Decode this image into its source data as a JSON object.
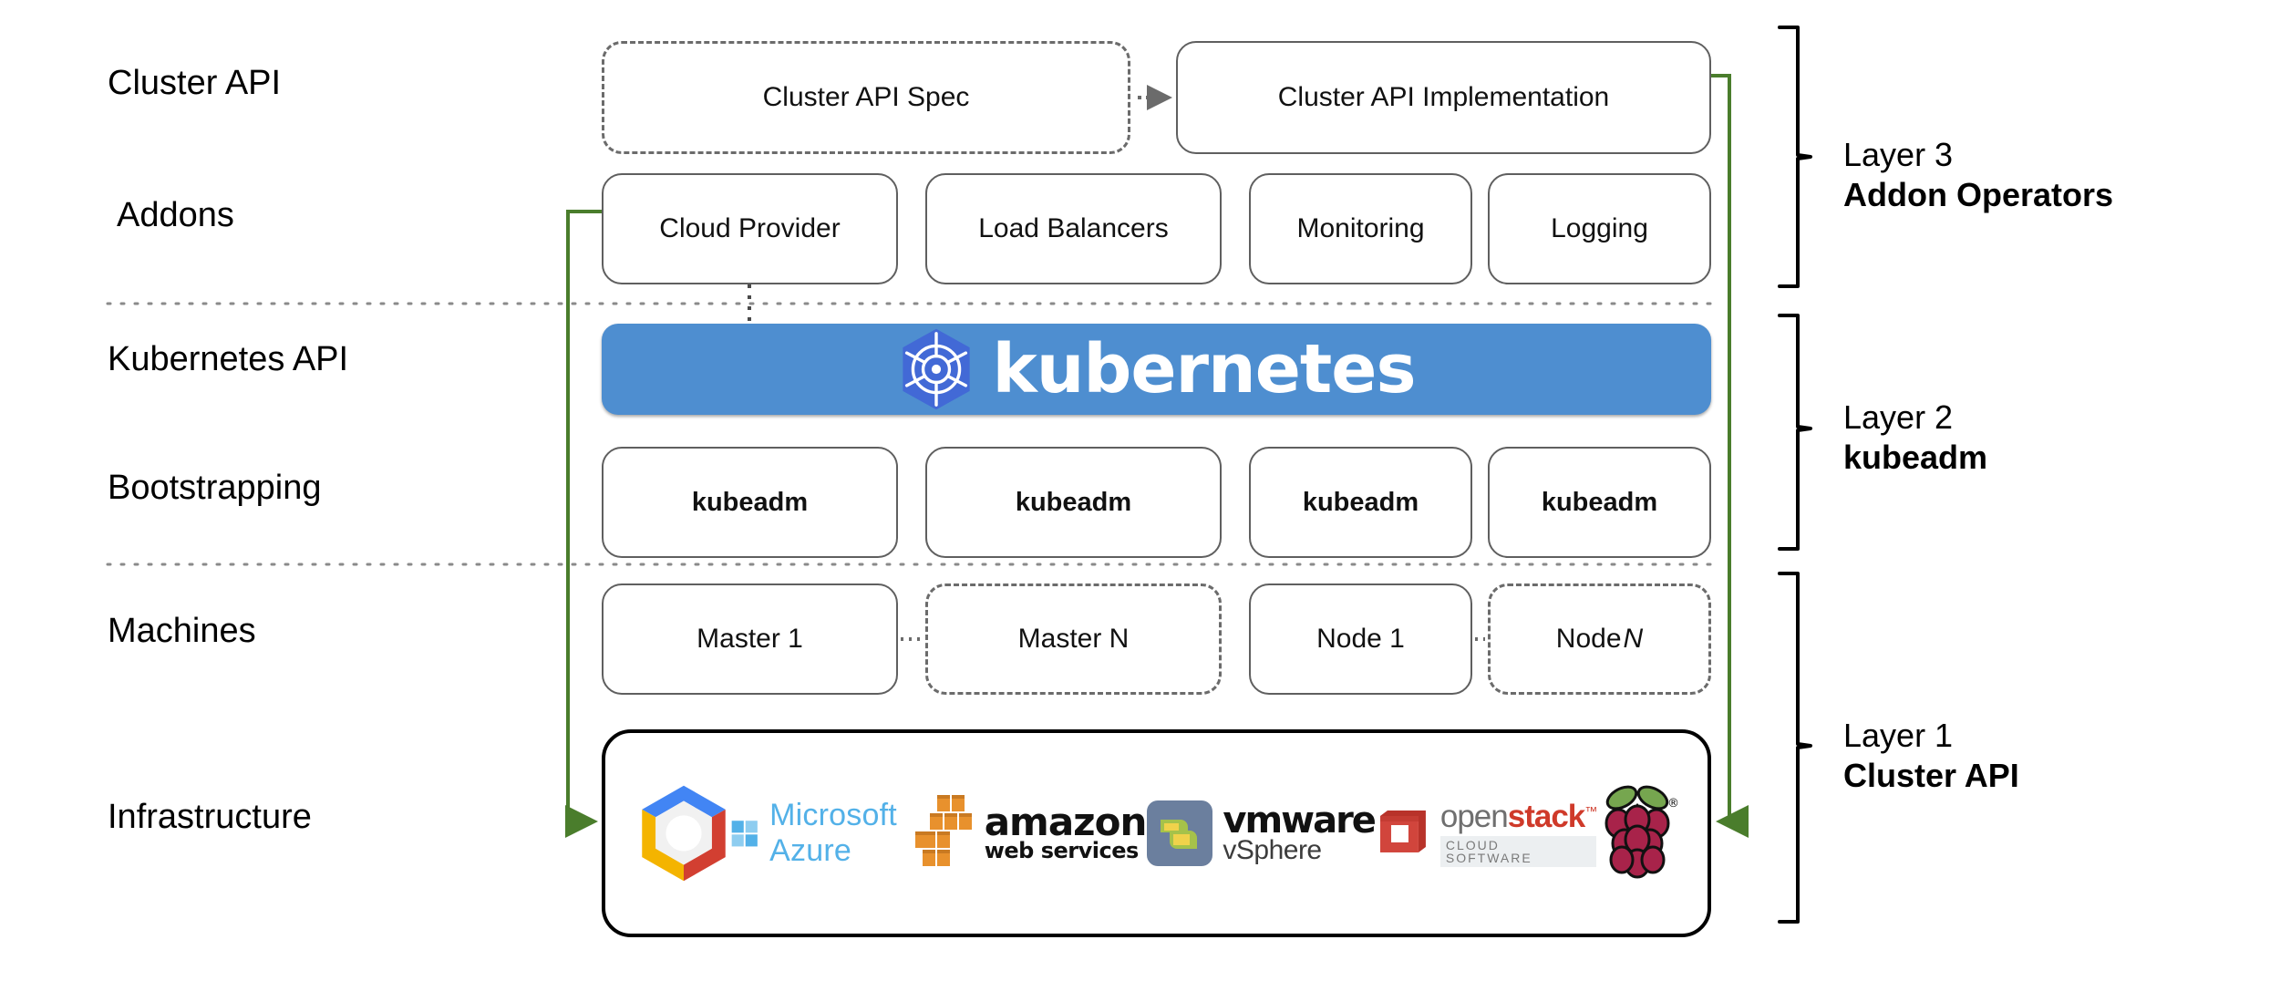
{
  "diagram": {
    "title": "Cluster API layered architecture",
    "accent_green": "#4a7d2c",
    "k8s_blue": "#4e8ed0",
    "k8s_logo_blue": "#4269d6"
  },
  "row_labels": [
    {
      "id": "cluster-api",
      "text": "Cluster API"
    },
    {
      "id": "addons",
      "text": "Addons"
    },
    {
      "id": "kubernetes-api",
      "text": "Kubernetes API"
    },
    {
      "id": "bootstrapping",
      "text": "Bootstrapping"
    },
    {
      "id": "machines",
      "text": "Machines"
    },
    {
      "id": "infrastructure",
      "text": "Infrastructure"
    }
  ],
  "cluster_api_row": {
    "spec": "Cluster API Spec",
    "implementation": "Cluster API Implementation"
  },
  "addons_row": [
    "Cloud Provider",
    "Load Balancers",
    "Monitoring",
    "Logging"
  ],
  "kubernetes_banner": {
    "wordmark": "kubernetes",
    "logo_name": "kubernetes-helm-icon"
  },
  "bootstrapping_row": [
    "kubeadm",
    "kubeadm",
    "kubeadm",
    "kubeadm"
  ],
  "machines_row": [
    {
      "label": "Master 1",
      "dashed": false
    },
    {
      "label": "Master N",
      "dashed": true
    },
    {
      "label": "Node 1",
      "dashed": false
    },
    {
      "label": "Node ",
      "suffix_italic": "N",
      "dashed": true
    }
  ],
  "infrastructure_logos": [
    {
      "name": "google-cloud-platform-icon",
      "label": ""
    },
    {
      "name": "microsoft-azure-icon",
      "label": "Microsoft Azure"
    },
    {
      "name": "amazon-web-services-icon",
      "label": "amazon",
      "sublabel": "web services"
    },
    {
      "name": "vmware-vsphere-icon",
      "label": "vmware",
      "sublabel": "vSphere"
    },
    {
      "name": "openstack-icon",
      "label_a": "open",
      "label_b": "stack",
      "sublabel": "CLOUD SOFTWARE"
    },
    {
      "name": "raspberry-pi-icon",
      "label": ""
    }
  ],
  "layers": [
    {
      "id": "layer-3",
      "line1": "Layer 3",
      "line2": "Addon Operators"
    },
    {
      "id": "layer-2",
      "line1": "Layer 2",
      "line2": "kubeadm"
    },
    {
      "id": "layer-1",
      "line1": "Layer 1",
      "line2": "Cluster API"
    }
  ]
}
